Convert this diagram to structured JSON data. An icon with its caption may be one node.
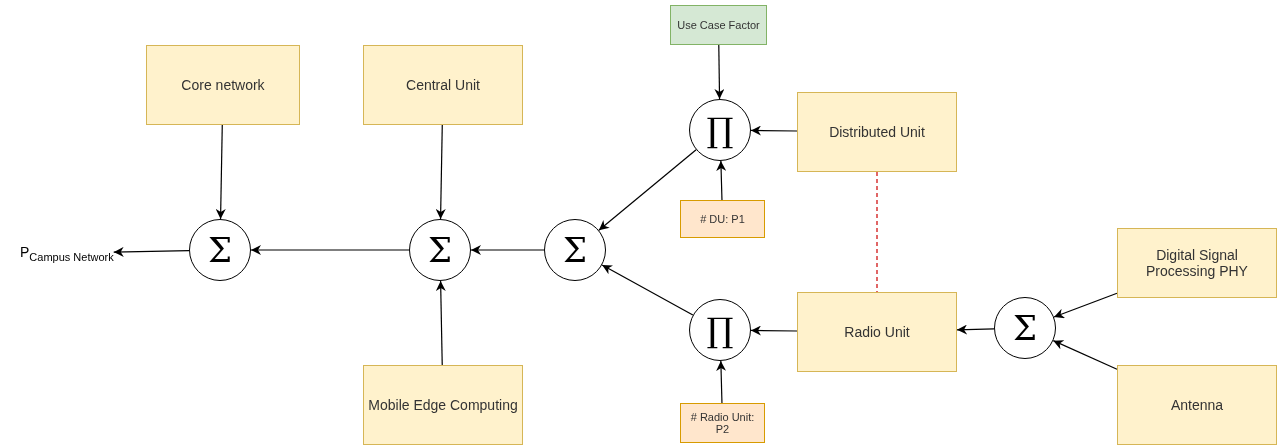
{
  "diagram": {
    "nodes": [
      {
        "text": [
          "Core network"
        ]
      },
      {
        "text": [
          "Central Unit"
        ]
      },
      {
        "text": [
          "Σ"
        ]
      },
      {
        "text": [
          "Σ"
        ]
      },
      {
        "text": [
          "Σ"
        ]
      },
      {
        "text": [
          "P$_{Campus Network}$"
        ]
      },
      {
        "text": [
          "Use Case Factor"
        ]
      },
      {
        "text": [
          "∏"
        ]
      },
      {
        "text": [
          "Distributed Unit"
        ]
      },
      {
        "text": [
          "# DU: P1"
        ]
      },
      {
        "text": [
          "∏"
        ]
      },
      {
        "text": [
          "Radio Unit"
        ]
      },
      {
        "text": [
          "# Radio Unit: P2"
        ]
      },
      {
        "text": [
          "Σ"
        ]
      },
      {
        "text": [
          "Digital Signal Processing PHY"
        ]
      },
      {
        "text": [
          "Antenna"
        ]
      },
      {
        "text": [
          "Mobile Edge Computing"
        ]
      }
    ],
    "edges": [
      {
        "from": 0,
        "to": 2,
        "arrow": "to"
      },
      {
        "from": 1,
        "to": 3,
        "arrow": "to"
      },
      {
        "from": 16,
        "to": 3,
        "arrow": "to"
      },
      {
        "from": 3,
        "to": 2,
        "arrow": "to"
      },
      {
        "from": 2,
        "to": 5,
        "arrow": "to"
      },
      {
        "from": 4,
        "to": 3,
        "arrow": "to"
      },
      {
        "from": 7,
        "to": 4,
        "arrow": "to"
      },
      {
        "from": 10,
        "to": 4,
        "arrow": "to"
      },
      {
        "from": 6,
        "to": 7,
        "arrow": "to"
      },
      {
        "from": 8,
        "to": 7,
        "arrow": "to"
      },
      {
        "from": 9,
        "to": 7,
        "arrow": "to"
      },
      {
        "from": 11,
        "to": 10,
        "arrow": "to"
      },
      {
        "from": 12,
        "to": 10,
        "arrow": "to"
      },
      {
        "from": 13,
        "to": 11,
        "arrow": "to"
      },
      {
        "from": 14,
        "to": 13,
        "arrow": "to"
      },
      {
        "from": 15,
        "to": 13,
        "arrow": "to"
      },
      {
        "from": 8,
        "to": 11,
        "arrow": "none",
        "style": "dashed",
        "color": "#cc0000"
      }
    ]
  }
}
